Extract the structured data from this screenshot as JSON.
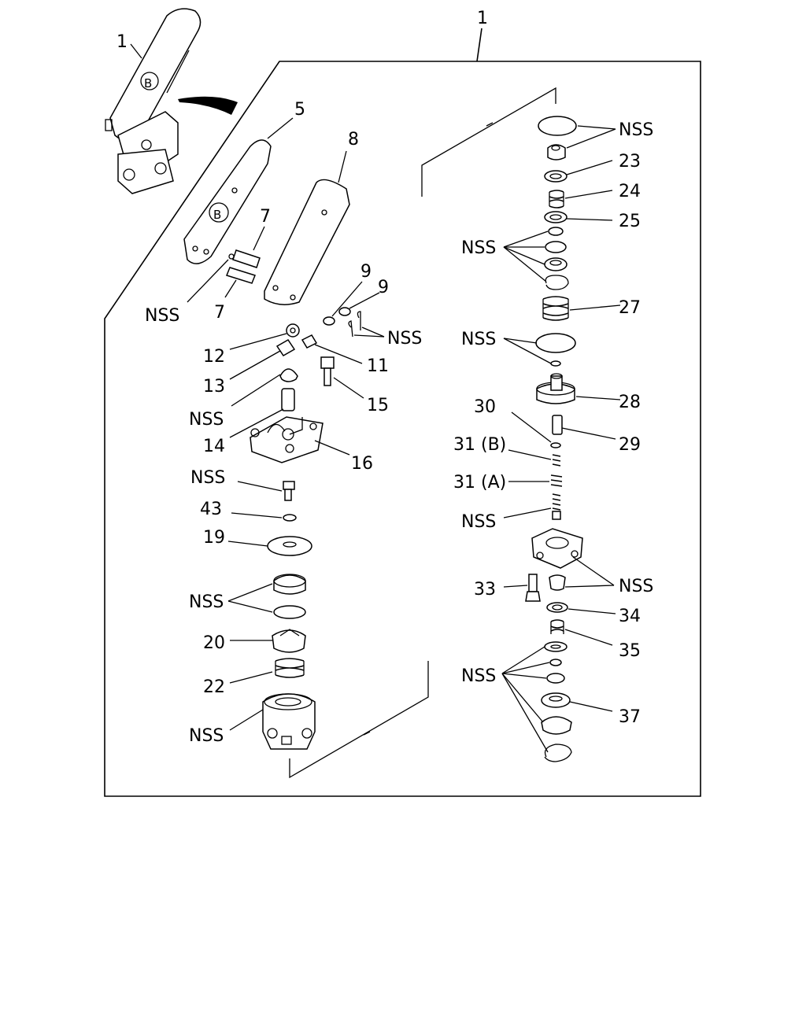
{
  "diagram": {
    "labels": {
      "top_assembly": "1",
      "pedal_assembly": "1",
      "l5": "5",
      "l8": "8",
      "l7a": "7",
      "l7b": "7",
      "nss_pins": "NSS",
      "l9a": "9",
      "l9b": "9",
      "nss_clips": "NSS",
      "l12": "12",
      "l11": "11",
      "l13": "13",
      "nss_cap": "NSS",
      "l15": "15",
      "l14": "14",
      "l16": "16",
      "nss_bolt": "NSS",
      "l43": "43",
      "l19": "19",
      "nss_seal": "NSS",
      "l20": "20",
      "l22": "22",
      "nss_body": "NSS",
      "nss_top": "NSS",
      "l23": "23",
      "l24": "24",
      "l25": "25",
      "nss_rings": "NSS",
      "l27": "27",
      "nss_oring": "NSS",
      "l28": "28",
      "l30": "30",
      "l29": "29",
      "l31b": "31 (B)",
      "l31a": "31 (A)",
      "nss_stem": "NSS",
      "nss_housing": "NSS",
      "l33": "33",
      "l34": "34",
      "l35": "35",
      "nss_bottom": "NSS",
      "l37": "37"
    },
    "pedal_letter": "B",
    "pedal_letter_2": "B"
  }
}
